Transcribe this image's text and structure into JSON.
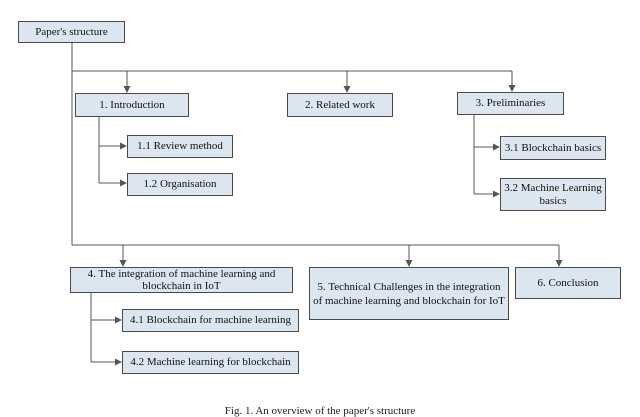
{
  "diagram": {
    "nodes": {
      "root": "Paper's structure",
      "intro": "1. Introduction",
      "review": "1.1 Review method",
      "organisation": "1.2 Organisation",
      "related": "2. Related work",
      "prelim": "3. Preliminaries",
      "bc_basics": "3.1 Blockchain basics",
      "ml_basics": "3.2 Machine Learning\nbasics",
      "integration": "4. The integration of machine learning and\nblockchain in IoT",
      "bc_for_ml": "4.1 Blockchain for machine learning",
      "ml_for_bc": "4.2 Machine learning for blockchain",
      "challenges": "5. Technical Challenges in the integration\nof machine learning and blockchain for IoT",
      "conclusion": "6. Conclusion"
    },
    "caption": "Fig. 1. An overview of the paper's structure"
  },
  "colors": {
    "box_fill": "#dce6f1",
    "box_border": "#4a4a4a",
    "connector": "#555555"
  }
}
